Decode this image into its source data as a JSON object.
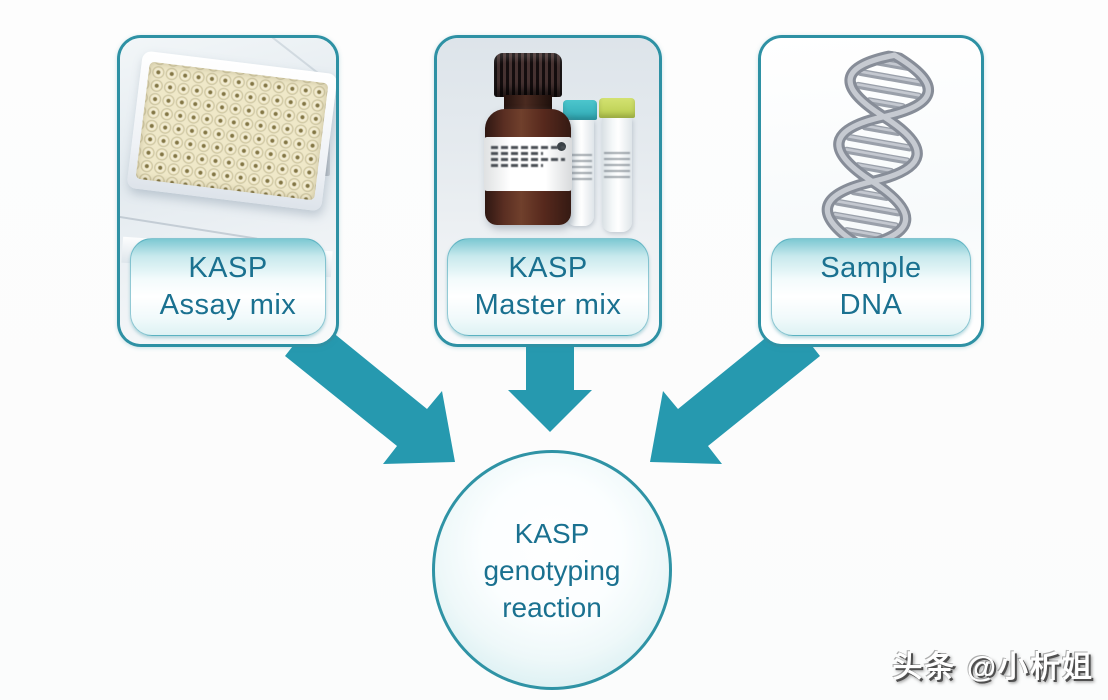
{
  "diagram": {
    "title_implied": "KASP genotyping reaction components",
    "colors": {
      "accent_teal": "#2699af",
      "card_border": "#2e91a4",
      "label_text": "#1a7190",
      "label_gradient_top": "#7cc8d2",
      "circle_fill_edge": "#b9e2e9"
    }
  },
  "cards": [
    {
      "id": "kasp-assay-mix",
      "image": "96-well-plate-photo",
      "label_line1": "KASP",
      "label_line2": "Assay mix"
    },
    {
      "id": "kasp-master-mix",
      "image": "reagent-bottle-tubes-photo",
      "label_line1": "KASP",
      "label_line2": "Master mix"
    },
    {
      "id": "sample-dna",
      "image": "dna-helix-photo",
      "label_line1": "Sample",
      "label_line2": "DNA"
    }
  ],
  "center": {
    "line1": "KASP",
    "line2": "genotyping",
    "line3": "reaction"
  },
  "watermark": {
    "text": "头条 @小析姐"
  }
}
